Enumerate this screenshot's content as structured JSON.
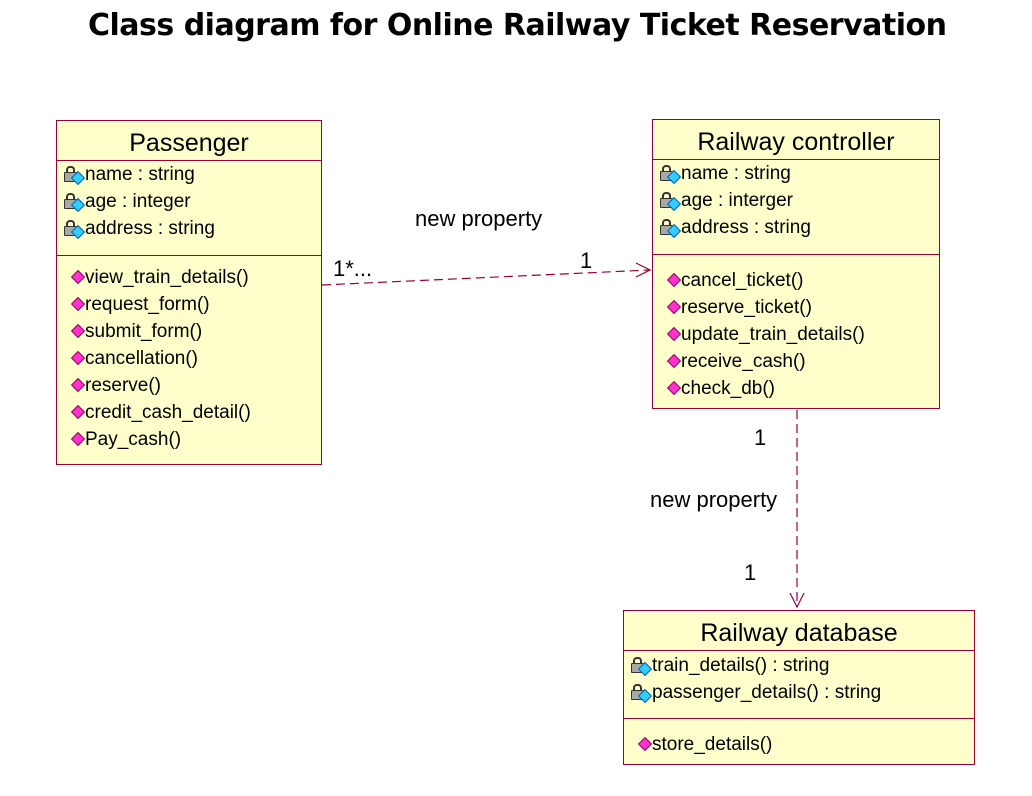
{
  "title": "Class diagram for Online Railway Ticket Reservation",
  "colors": {
    "class_fill": "#ffffcc",
    "class_border": "#990033",
    "connector": "#990033"
  },
  "classes": {
    "passenger": {
      "name": "Passenger",
      "attributes": [
        "name : string",
        "age : integer",
        "address : string"
      ],
      "operations": [
        "view_train_details()",
        "request_form()",
        "submit_form()",
        "cancellation()",
        "reserve()",
        "credit_cash_detail()",
        "Pay_cash()"
      ]
    },
    "controller": {
      "name": "Railway controller",
      "attributes": [
        "name : string",
        "age : interger",
        "address : string"
      ],
      "operations": [
        "cancel_ticket()",
        "reserve_ticket()",
        "update_train_details()",
        "receive_cash()",
        "check_db()"
      ]
    },
    "database": {
      "name": "Railway database",
      "attributes": [
        "train_details() : string",
        "passenger_details() : string"
      ],
      "operations": [
        "store_details()"
      ]
    }
  },
  "associations": {
    "passenger_controller": {
      "label": "new property",
      "source_multiplicity": "1*...",
      "target_multiplicity": "1"
    },
    "controller_database": {
      "label": "new property",
      "source_multiplicity": "1",
      "target_multiplicity": "1"
    }
  },
  "icons": {
    "attribute": "private-attribute-lock-icon",
    "operation": "public-operation-diamond-icon"
  }
}
